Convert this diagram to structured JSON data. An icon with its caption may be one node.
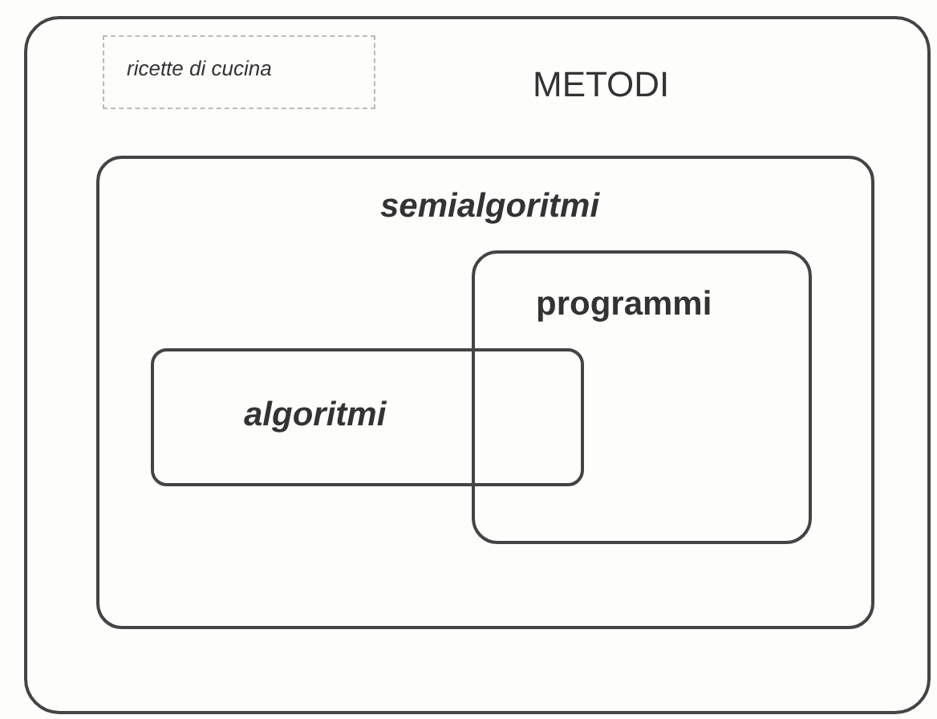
{
  "diagram": {
    "nodes": [
      {
        "text": [
          "METODI"
        ]
      },
      {
        "text": [
          "ricette di cucina"
        ],
        "in": 0
      },
      {
        "text": [
          "semialgoritmi"
        ],
        "in": 0
      },
      {
        "text": [
          "programmi"
        ],
        "in": 2
      },
      {
        "text": [
          "algoritmi"
        ],
        "in": 2
      }
    ]
  }
}
